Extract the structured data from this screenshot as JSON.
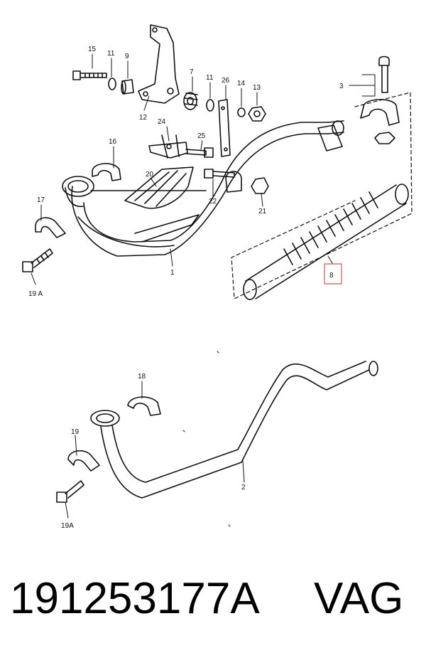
{
  "callouts": {
    "c1": "1",
    "c2": "2",
    "c3": "3",
    "c7": "7",
    "c8": "8",
    "c9": "9",
    "c11a": "11",
    "c11b": "11",
    "c12": "12",
    "c13": "13",
    "c14": "14",
    "c15": "15",
    "c16": "16",
    "c17": "17",
    "c18": "18",
    "c19": "19",
    "c19a_top": "19 A",
    "c19a_bottom": "19A",
    "c20": "20",
    "c21": "21",
    "c22": "22",
    "c24": "24",
    "c25": "25",
    "c26": "26"
  },
  "highlight_color": "#d9534f",
  "caption": {
    "part_number": "191253177A",
    "brand": "VAG"
  }
}
